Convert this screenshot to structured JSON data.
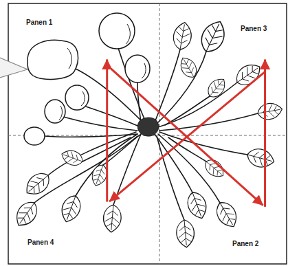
{
  "diagram": {
    "nodes": [
      {
        "text": [
          "Panen 1"
        ]
      },
      {
        "text": [
          "Panen 3"
        ]
      },
      {
        "text": [
          "Panen 4"
        ]
      },
      {
        "text": [
          "Panen 2"
        ]
      }
    ],
    "edges": [
      {
        "from": 0,
        "to": 3,
        "arrow": "to"
      },
      {
        "from": 3,
        "to": 1,
        "arrow": "to"
      },
      {
        "from": 1,
        "to": 2,
        "arrow": "to"
      },
      {
        "from": 2,
        "to": 0,
        "arrow": "to"
      }
    ]
  }
}
